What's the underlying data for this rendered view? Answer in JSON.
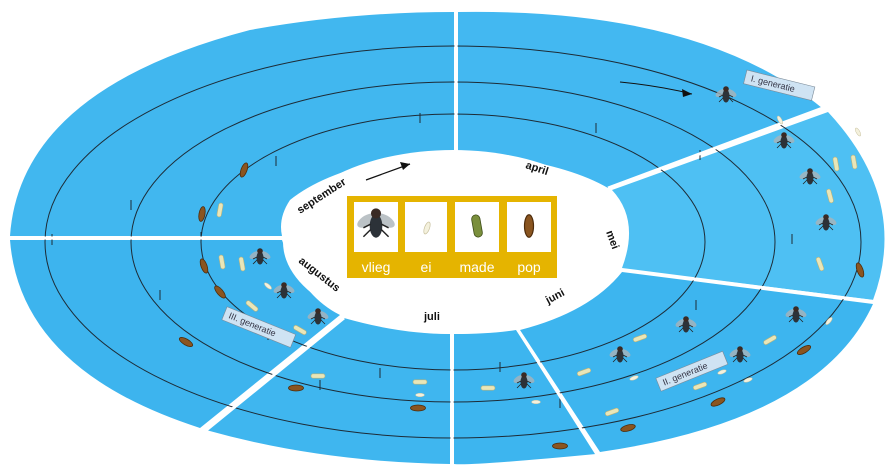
{
  "colors": {
    "sector": "#3fb6f0",
    "sector_alt": "#4cbdf2",
    "track": "#1b2a36",
    "legend_bg": "#e5b400",
    "legend_tile": "#ffffff",
    "label_box": "#cfe3f3"
  },
  "months": {
    "april": "april",
    "mei": "mei",
    "juni": "juni",
    "juli": "juli",
    "augustus": "augustus",
    "september": "september"
  },
  "generations": {
    "first": "I. generatie",
    "second": "II. generatie",
    "third": "III. generatie"
  },
  "legend": {
    "fly": "vlieg",
    "egg": "ei",
    "larva": "made",
    "pupa": "pop"
  },
  "icons": [
    "fly-icon",
    "egg-icon",
    "larva-icon",
    "pupa-icon"
  ]
}
